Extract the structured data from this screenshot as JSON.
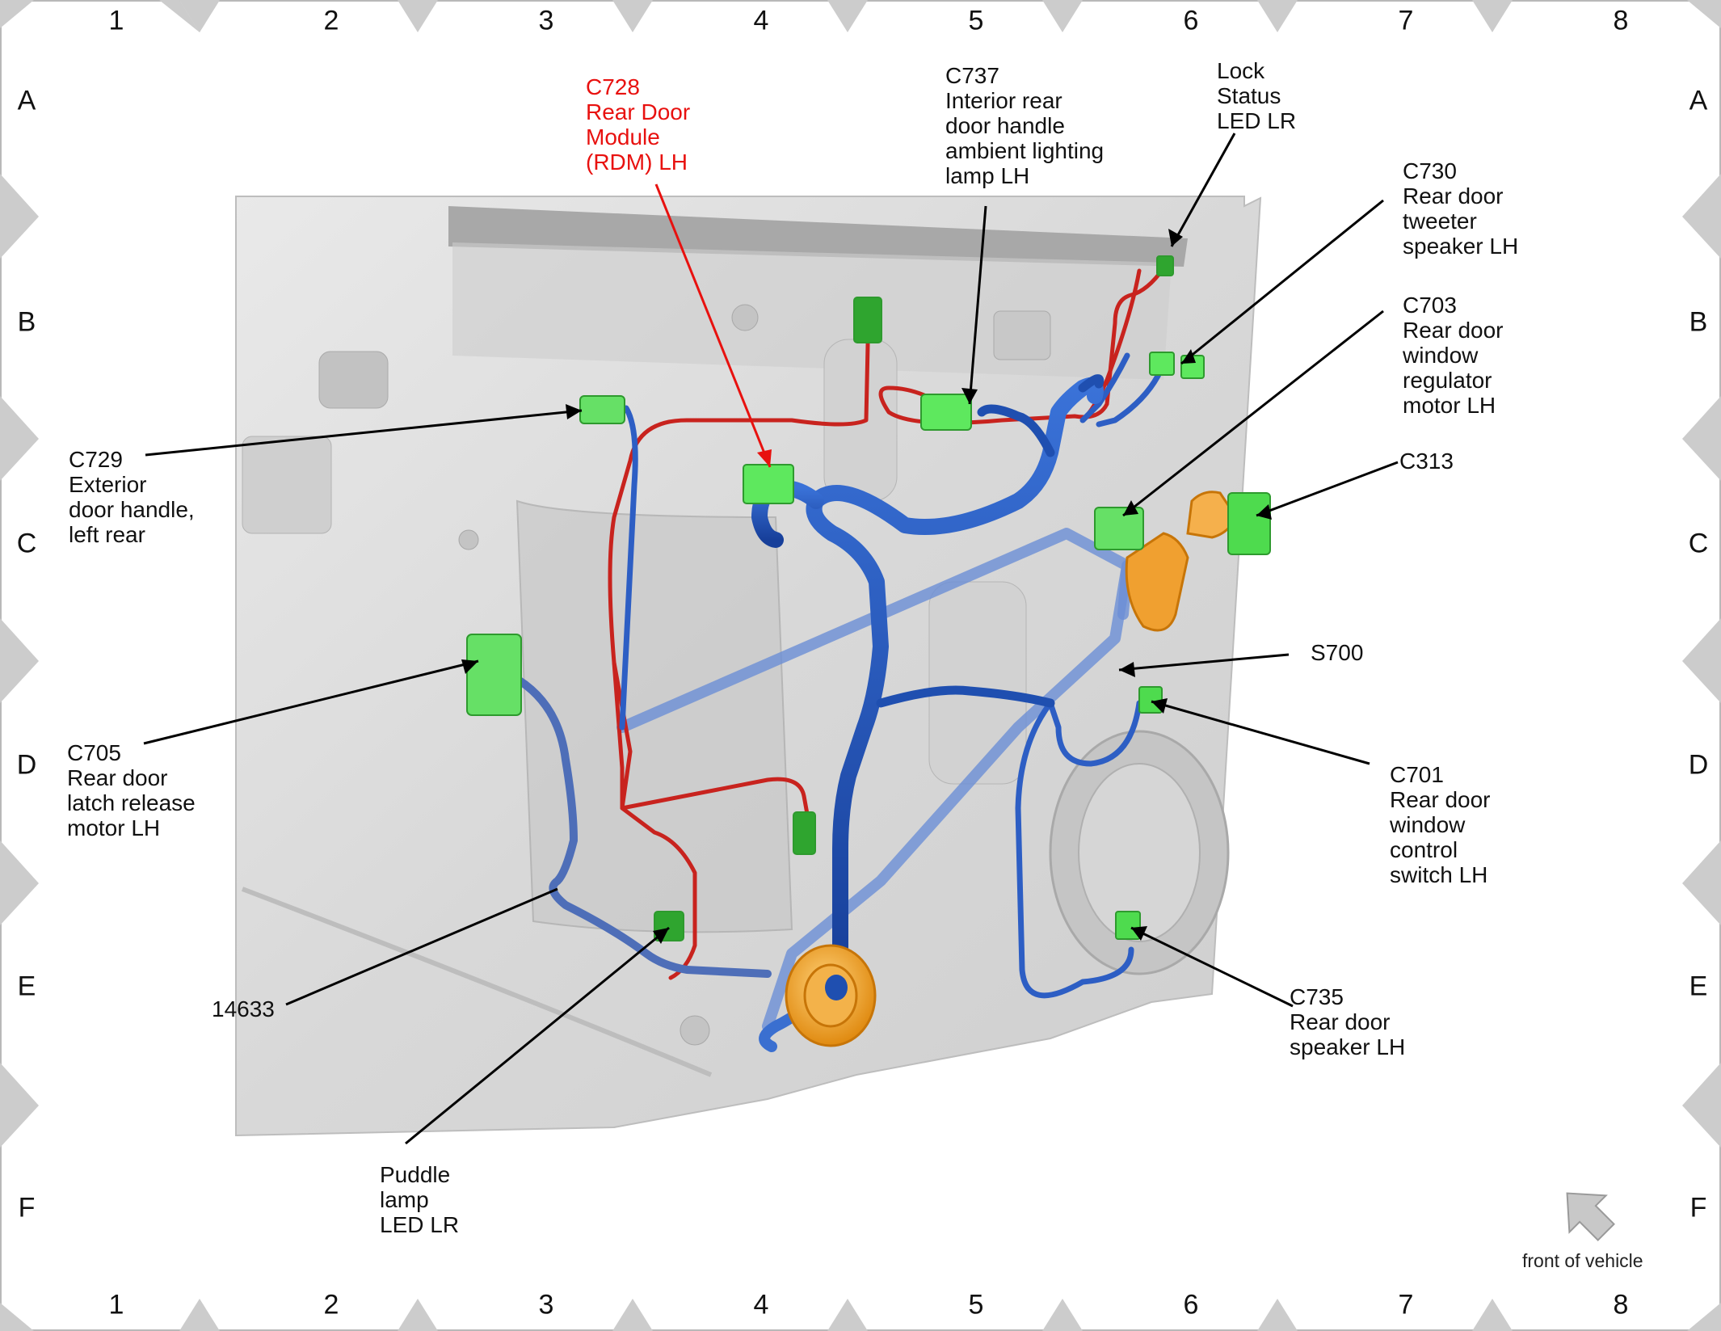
{
  "grid": {
    "columns": [
      "1",
      "2",
      "3",
      "4",
      "5",
      "6",
      "7",
      "8"
    ],
    "rows": [
      "A",
      "B",
      "C",
      "D",
      "E",
      "F"
    ]
  },
  "callouts": {
    "c728": [
      "C728",
      "Rear Door",
      "Module",
      "(RDM) LH"
    ],
    "c737": [
      "C737",
      "Interior rear",
      "door handle",
      "ambient lighting",
      "lamp LH"
    ],
    "lock_status": [
      "Lock",
      "Status",
      "LED LR"
    ],
    "c730": [
      "C730",
      "Rear door",
      "tweeter",
      "speaker LH"
    ],
    "c703": [
      "C703",
      "Rear door",
      "window",
      "regulator",
      "motor LH"
    ],
    "c313": [
      "C313"
    ],
    "c729": [
      "C729",
      "Exterior",
      "door handle,",
      "left rear"
    ],
    "s700": [
      "S700"
    ],
    "c705": [
      "C705",
      "Rear door",
      "latch release",
      "motor LH"
    ],
    "c701": [
      "C701",
      "Rear door",
      "window",
      "control",
      "switch LH"
    ],
    "c735": [
      "C735",
      "Rear door",
      "speaker LH"
    ],
    "n14633": [
      "14633"
    ],
    "puddle": [
      "Puddle",
      "lamp",
      "LED LR"
    ]
  },
  "legend": {
    "text": "front of vehicle",
    "icon": "arrow-icon"
  },
  "colors": {
    "highlight": "#e8110f",
    "connector": "#5ee85e",
    "harness_blue": "#1f4fb0",
    "harness_red": "#c8231e",
    "grommet": "#f0a030",
    "panel": "#dcdcdc",
    "frame_diamond": "#cfcfcf"
  }
}
